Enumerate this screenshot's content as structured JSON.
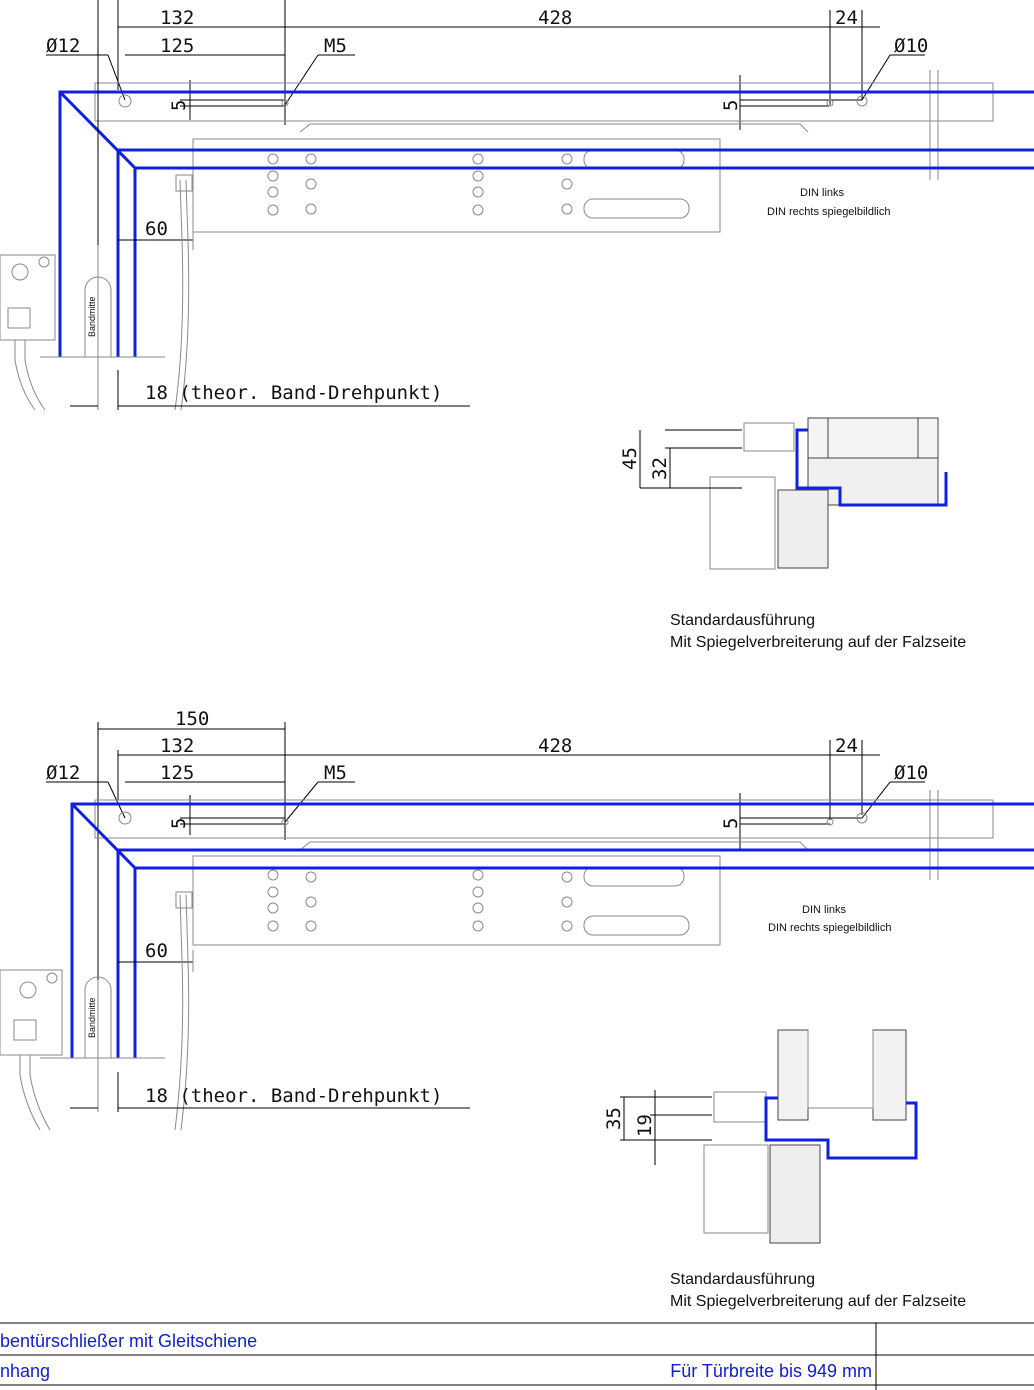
{
  "drawings": [
    {
      "dims": {
        "d150": "",
        "d132": "132",
        "d125": "125",
        "d428": "428",
        "d24": "24",
        "hole_left": "Ø12",
        "thread": "M5",
        "hole_right": "Ø10",
        "v5_left": "5",
        "v5_right": "5",
        "d60": "60",
        "pivot": "18 (theor. Band-Drehpunkt)"
      },
      "hinge_label": "Bandmitte",
      "din_note": [
        "DIN links",
        "DIN rechts spiegelbildlich"
      ],
      "section_dims": [
        "45",
        "32"
      ],
      "caption": [
        "Standardausführung",
        "Mit Spiegelverbreiterung auf der Falzseite"
      ]
    },
    {
      "dims": {
        "d150": "150",
        "d132": "132",
        "d125": "125",
        "d428": "428",
        "d24": "24",
        "hole_left": "Ø12",
        "thread": "M5",
        "hole_right": "Ø10",
        "v5_left": "5",
        "v5_right": "5",
        "d60": "60",
        "pivot": "18 (theor. Band-Drehpunkt)"
      },
      "hinge_label": "Bandmitte",
      "din_note": [
        "DIN links",
        "DIN rechts spiegelbildlich"
      ],
      "section_dims": [
        "35",
        "19"
      ],
      "caption": [
        "Standardausführung",
        "Mit Spiegelverbreiterung auf der Falzseite"
      ]
    }
  ],
  "title_block": {
    "row1": "bentürschließer mit Gleitschiene",
    "row2_left": "nhang",
    "row2_right": "Für Türbreite bis 949 mm"
  },
  "colors": {
    "frame_line": "#1020e0",
    "title_text": "#1020d0"
  }
}
